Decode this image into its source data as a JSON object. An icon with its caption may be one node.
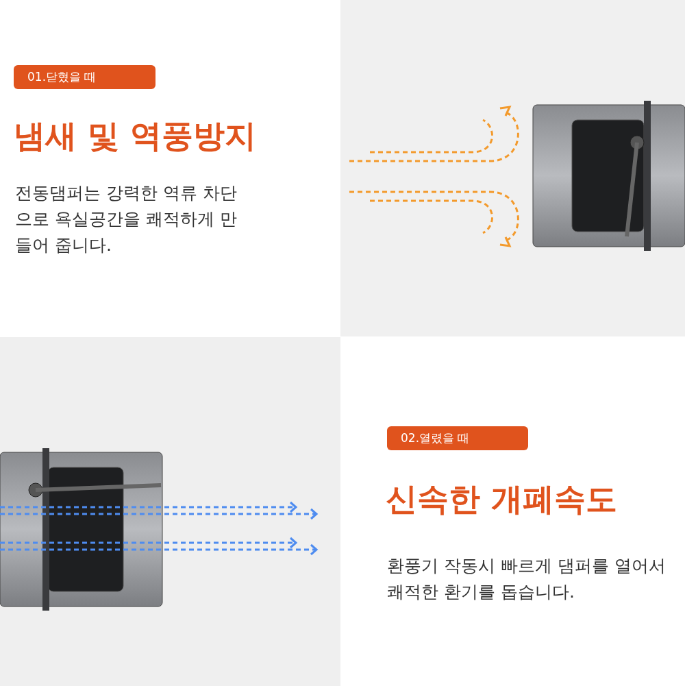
{
  "diagram": {
    "labels": [
      "01.닫혔을 때",
      "냄새 및 역풍방지",
      "전동댐퍼는 강력한 역류 차단으로 욕실공간을 쾌적하게 만들어 줍니다.",
      "02.열렸을 때",
      "신속한 개폐속도",
      "환풍기 작동시 빠르게 댐퍼를 열어서 쾌적한 환기를 돕습니다."
    ]
  }
}
